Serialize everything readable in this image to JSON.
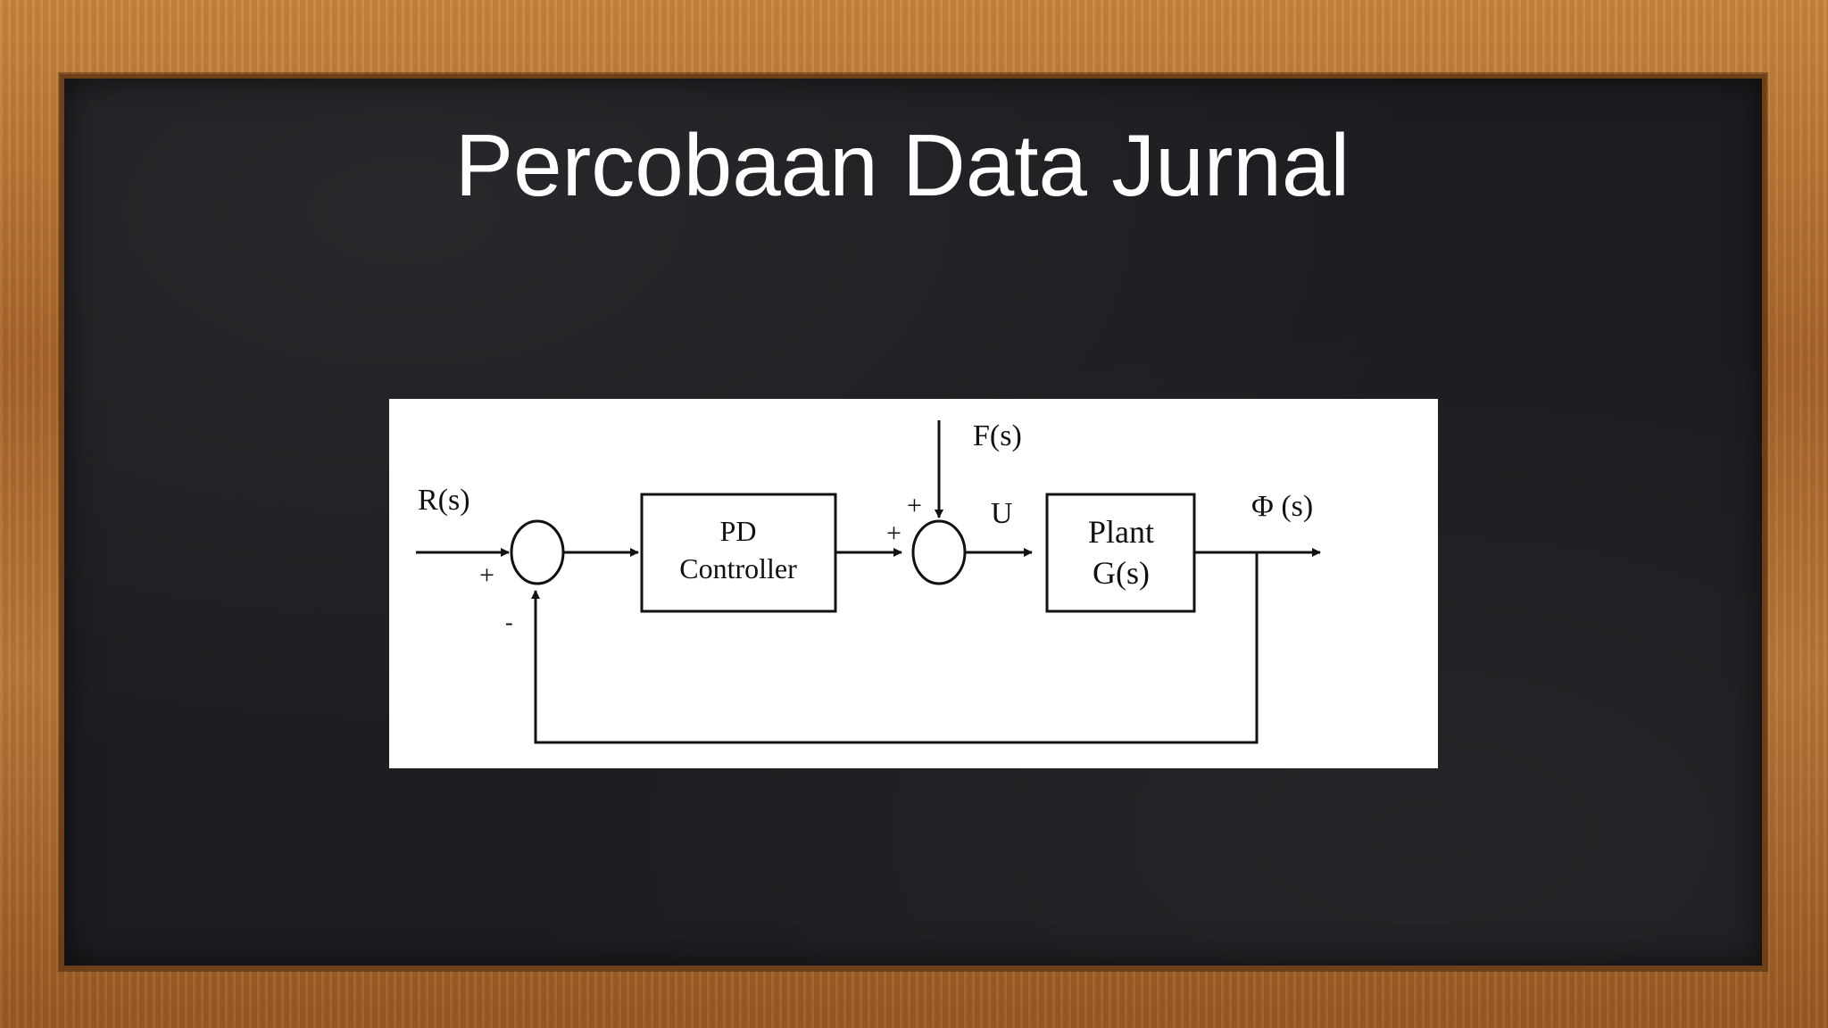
{
  "slide": {
    "title": "Percobaan Data Jurnal"
  },
  "diagram": {
    "labels": {
      "input": "R(s)",
      "disturbance": "F(s)",
      "control_signal": "U",
      "output": "Φ (s)"
    },
    "blocks": {
      "controller_line1": "PD",
      "controller_line2": "Controller",
      "plant_line1": "Plant",
      "plant_line2": "G(s)"
    },
    "signs": {
      "sum1_input": "+",
      "sum1_feedback": "-",
      "sum2_disturbance": "+",
      "sum2_controller": "+"
    }
  }
}
